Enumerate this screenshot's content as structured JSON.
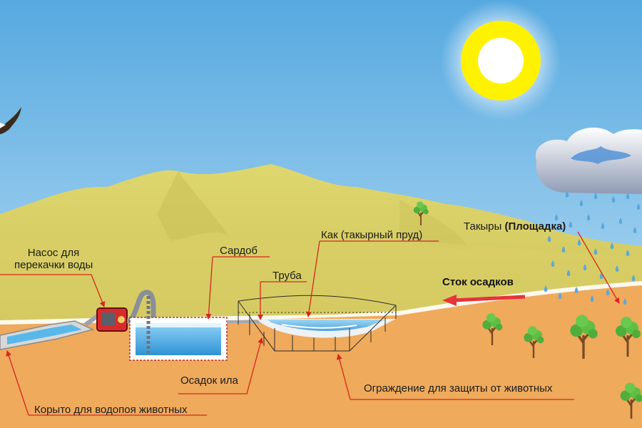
{
  "labels": {
    "pump_line1": "Насос для",
    "pump_line2": "перекачки воды",
    "sardob": "Сардоб",
    "pond": "Как (такырный пруд)",
    "takyr_prefix": "Такыры",
    "takyr_suffix": "(Площадка)",
    "pipe": "Труба",
    "runoff": "Сток осадков",
    "silt": "Осадок ила",
    "fence": "Ограждение для защиты от животных",
    "trough": "Корыто для водопоя животных"
  },
  "colors": {
    "sky_top": "#56a9e0",
    "sky_bottom": "#c6e4f6",
    "dune": "#d6d06a",
    "ground": "#efaa5c",
    "water": "#4aaee6",
    "leader_line": "#d7261e",
    "runoff_arrow": "#e5343a",
    "sun": "#fff200"
  },
  "icons": [
    "sun-icon",
    "cloud-icon",
    "bird-icon",
    "tree-icon",
    "pump-icon"
  ]
}
